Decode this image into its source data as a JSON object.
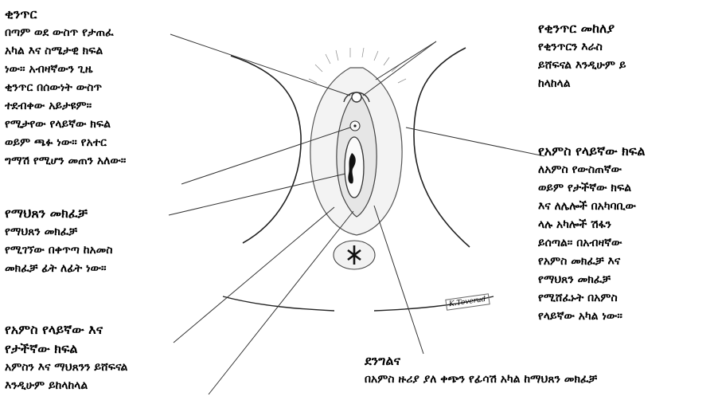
{
  "labels": {
    "clitoris": {
      "title": "ቂንጥር",
      "lines": [
        "በጣም ወደ ውስጥ የታጠፈ",
        "አካል እና ስሜታዊ ክፍል",
        "ነው። አብዛኛውን ጊዜ",
        "ቂንጥር በሰውነት ውስጥ",
        "ተደብቀው አይታዩም።",
        "የሚታየው የላይኛው ክፍል",
        "ወይም ጫፉ ነው። የአተር",
        "ግማሽ የሚሆን መጠን አለው።"
      ]
    },
    "vaginal_opening": {
      "title": "የማህጸን መክፈቻ",
      "lines": [
        "የማህጸን መክፈቻ",
        "የሚገኘው በቀጥጣ ከአመስ",
        "መክፈቻ ፊት ለፊት ነው።"
      ]
    },
    "labia_both": {
      "title": "የአምስ የላይኛው እና",
      "lines": [
        "የታችኛው ክፍል",
        "አምስን እና ማህጸንን ይሸፍናል",
        "እንዲሁም ይከላከላል"
      ]
    },
    "clitoral_hood": {
      "title": "የቂንጥር መከለያ",
      "lines": [
        "የቂንጥርን እራስ",
        "ይሸፍናል እንዲሁም ይ",
        "ከላከላል"
      ]
    },
    "labia_upper": {
      "title": "የአምስ የላይኛው ክፍል",
      "lines": [
        "ለአምስ የውስጠኛው",
        "ወይም የታችኛው ክፍል",
        "እና ለሌሎች በአካባቢው",
        "ላሉ አካሎች ሽፋን",
        "ይሰጣል። በአብዛኛው",
        "የአምስ መክፈቻ እና",
        "የማህጸን መክፈቻ",
        "የሚሸፈኑት በአምስ",
        "የላይኛው አካል ነው።"
      ]
    },
    "perineum": {
      "title": "ደንግልና",
      "lines": [
        "በአምስ ዙሪያ ያለ ቀጭን የፊሳሽ አካል ከማህጸን መክፈቻ"
      ]
    }
  },
  "signature": "K.Toverud"
}
